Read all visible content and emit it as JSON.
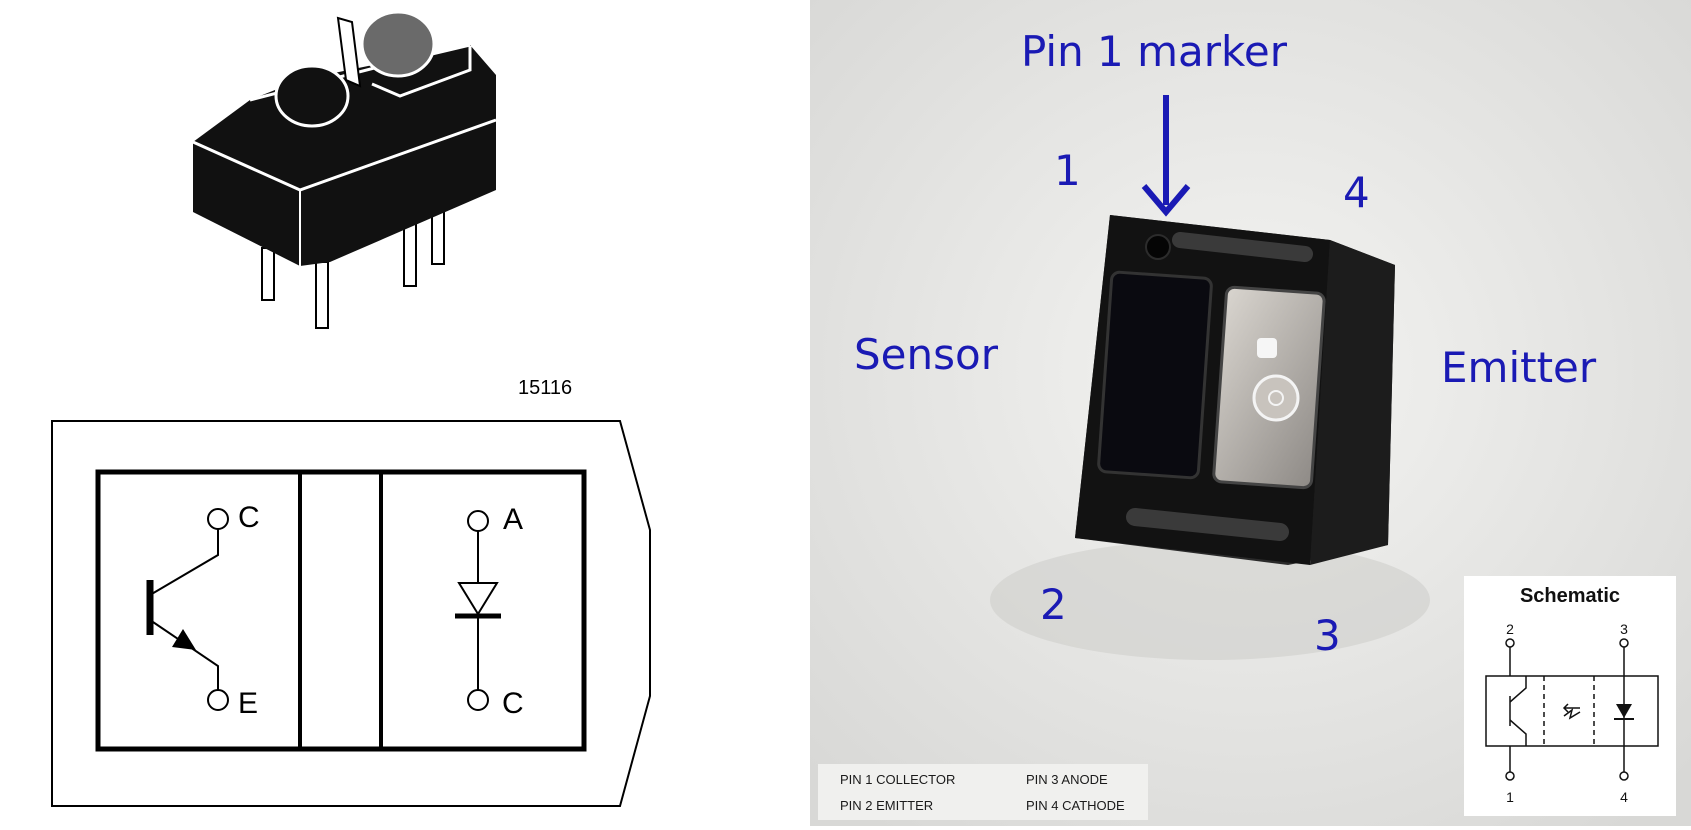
{
  "drawing": {
    "part_number": "15116",
    "pins": {
      "collector": "C",
      "emitter": "E",
      "anode": "A",
      "cathode": "C"
    }
  },
  "photo": {
    "pin1_marker_label": "Pin 1 marker",
    "pin1": "1",
    "pin2": "2",
    "pin3": "3",
    "pin4": "4",
    "sensor_label": "Sensor",
    "emitter_label": "Emitter",
    "label_color": "#1a1ab4"
  },
  "pin_list": {
    "pin1": "PIN 1 COLLECTOR",
    "pin2": "PIN 2 EMITTER",
    "pin3": "PIN 3 ANODE",
    "pin4": "PIN 4 CATHODE"
  },
  "schematic": {
    "title": "Schematic",
    "pin_top_left": "2",
    "pin_top_right": "3",
    "pin_bottom_left": "1",
    "pin_bottom_right": "4"
  }
}
